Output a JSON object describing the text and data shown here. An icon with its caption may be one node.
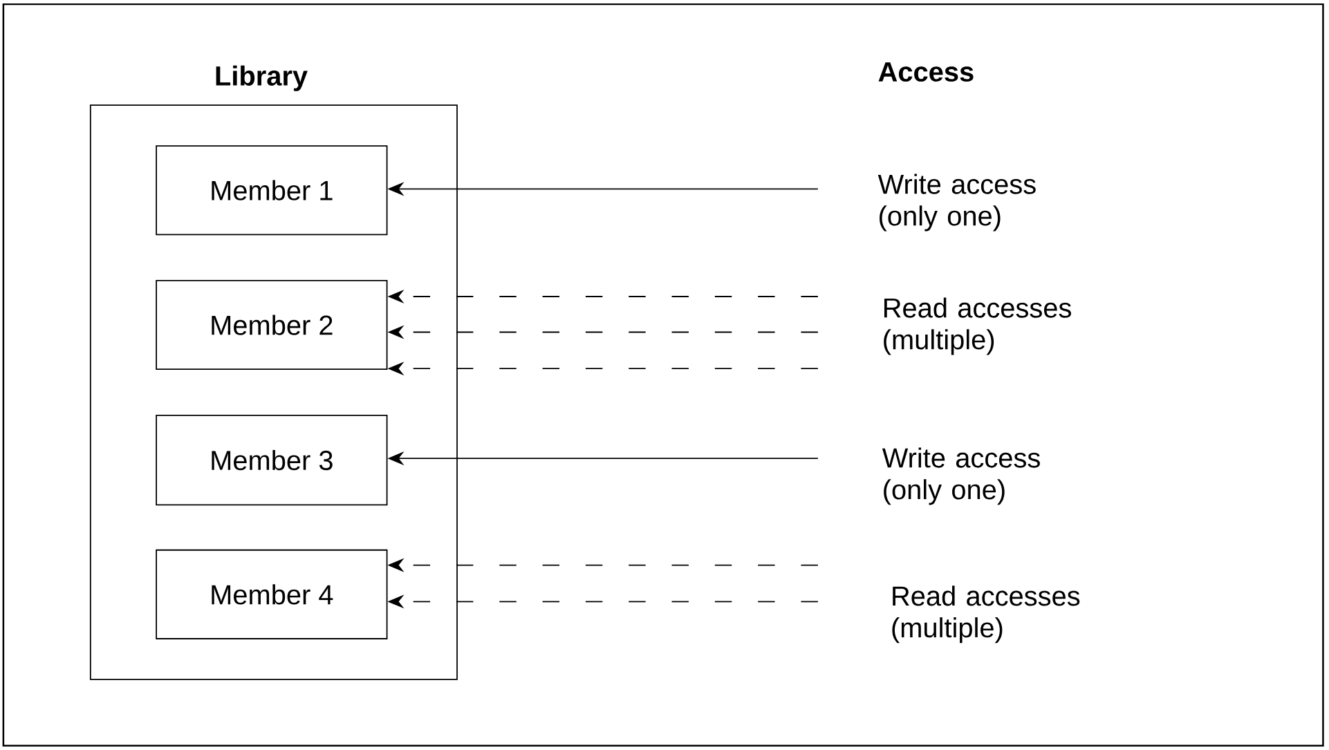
{
  "diagram": {
    "nodes": [
      {
        "text": [
          "Library"
        ]
      },
      {
        "text": [
          "Member 1"
        ],
        "in": 0
      },
      {
        "text": [
          "Member 2"
        ],
        "in": 0
      },
      {
        "text": [
          "Member 3"
        ],
        "in": 0
      },
      {
        "text": [
          "Member 4"
        ],
        "in": 0
      }
    ],
    "edges": [
      {
        "from": null,
        "to": 1,
        "arrow": "to"
      },
      {
        "from": null,
        "to": 2,
        "arrow": "to",
        "style": "dashed"
      },
      {
        "from": null,
        "to": 2,
        "arrow": "to",
        "style": "dashed"
      },
      {
        "from": null,
        "to": 2,
        "arrow": "to",
        "style": "dashed"
      },
      {
        "from": null,
        "to": 3,
        "arrow": "to"
      },
      {
        "from": null,
        "to": 4,
        "arrow": "to",
        "style": "dashed"
      },
      {
        "from": null,
        "to": 4,
        "arrow": "to",
        "style": "dashed"
      }
    ],
    "labels": [
      "Access",
      "Write access (only one)",
      "Read accesses (multiple)",
      "Write access (only one)",
      "Read accesses (multiple)"
    ]
  }
}
